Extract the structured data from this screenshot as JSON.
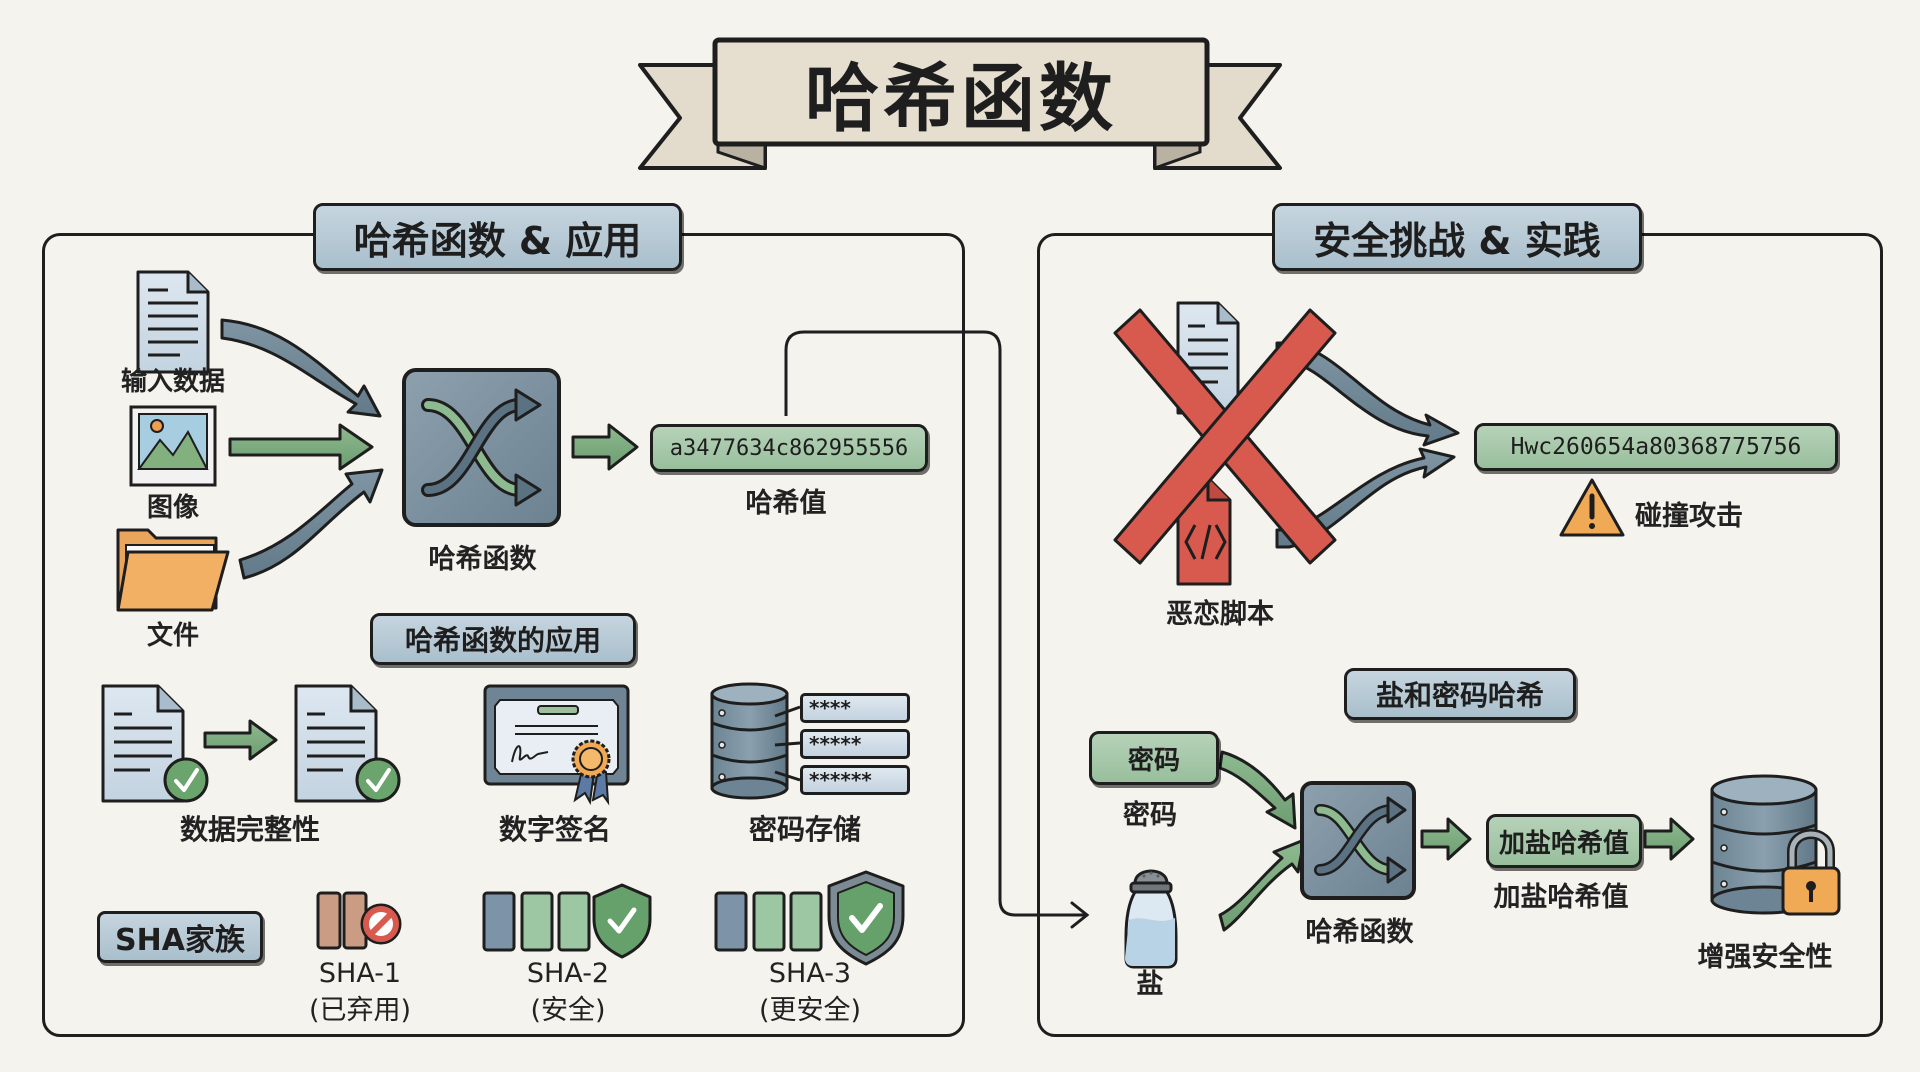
{
  "title": "哈希函数",
  "colors": {
    "background": "#f5f3ee",
    "outline": "#1e1e1e",
    "label_blue": "#b4c8d4",
    "hash_green": "#a6c8a9",
    "arrow_slate": "#6f8796",
    "arrow_green": "#7fac80",
    "danger_red": "#d85a4e",
    "warning_orange": "#f0a955",
    "folder_orange": "#f2b065"
  },
  "left_panel": {
    "heading": "哈希函数 & 应用",
    "inputs": [
      {
        "icon": "document-icon",
        "label": "输入数据"
      },
      {
        "icon": "image-icon",
        "label": "图像"
      },
      {
        "icon": "folder-icon",
        "label": "文件"
      }
    ],
    "hash_function_label": "哈希函数",
    "hash_value": "a3477634c862955556",
    "hash_value_label": "哈希值",
    "applications": {
      "heading": "哈希函数的应用",
      "items": [
        {
          "icon": "document-verified-icon",
          "label": "数据完整性"
        },
        {
          "icon": "certificate-icon",
          "label": "数字签名"
        },
        {
          "icon": "database-icon",
          "label": "密码存储",
          "masked_entries": [
            "****",
            "*****",
            "******"
          ]
        }
      ]
    },
    "sha_family": {
      "heading": "SHA家族",
      "members": [
        {
          "name": "SHA-1",
          "status": "(已弃用)",
          "icon": "prohibited-icon"
        },
        {
          "name": "SHA-2",
          "status": "(安全)",
          "icon": "shield-check-icon"
        },
        {
          "name": "SHA-3",
          "status": "(更安全)",
          "icon": "shield-check-icon"
        }
      ]
    }
  },
  "right_panel": {
    "heading": "安全挑战 & 实践",
    "collision": {
      "malicious_label": "恶恋脚本",
      "colliding_hash": "Hwc260654a80368775756",
      "warning_label": "碰撞攻击"
    },
    "salting": {
      "heading": "盐和密码哈希",
      "password_box": "密码",
      "password_label": "密码",
      "salt_label": "盐",
      "hash_function_label": "哈希函数",
      "salted_hash_box": "加盐哈希值",
      "salted_hash_label": "加盐哈希值",
      "result_label": "增强安全性"
    }
  }
}
